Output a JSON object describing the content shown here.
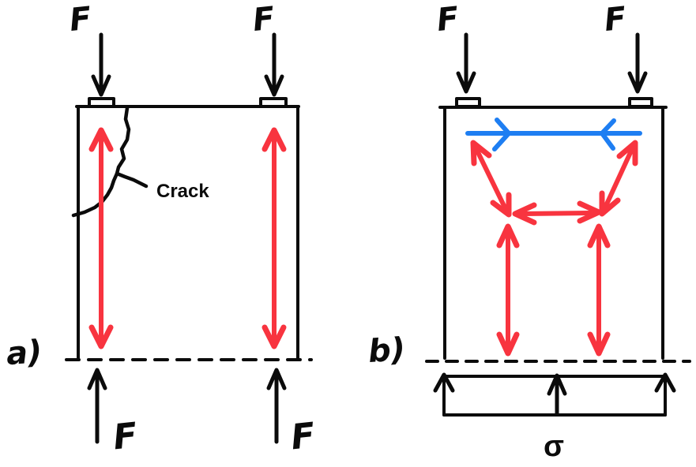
{
  "colors": {
    "ink": "#0b0b0b",
    "red": "#f8343f",
    "blue": "#1e7ef2",
    "paper": "#ffffff"
  },
  "panel_a": {
    "label": "a)",
    "top_loads": [
      "F",
      "F"
    ],
    "bottom_reactions": [
      "F",
      "F"
    ],
    "crack_label": "Crack"
  },
  "panel_b": {
    "label": "b)",
    "top_loads": [
      "F",
      "F"
    ],
    "stress_label": "σ"
  }
}
